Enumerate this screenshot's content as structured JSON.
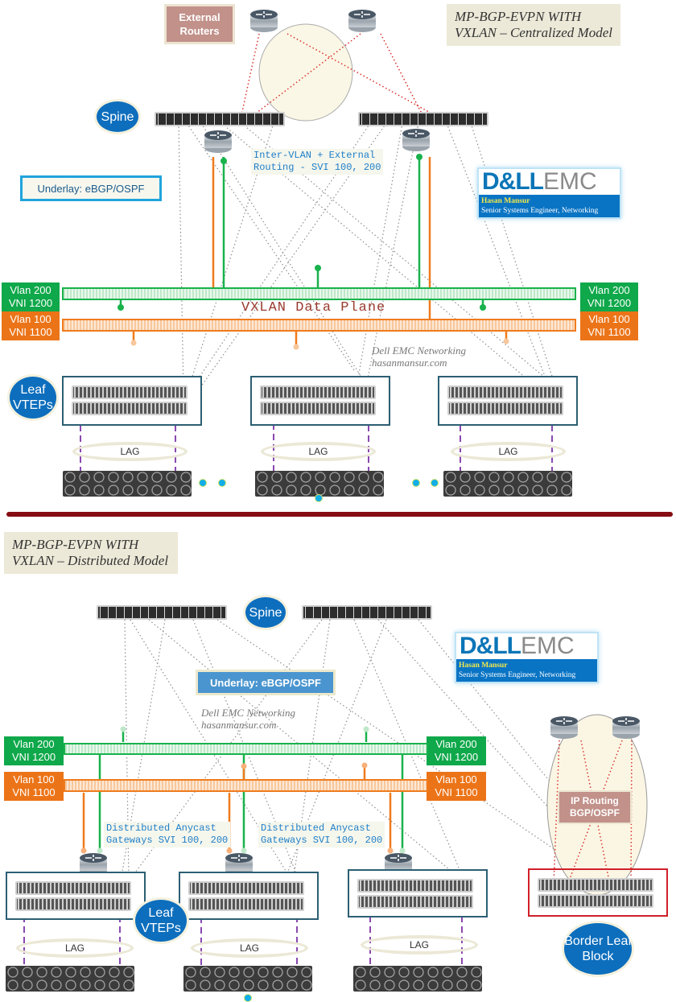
{
  "centralized": {
    "title_line1": "MP-BGP-EVPN WITH",
    "title_line2": "VXLAN – Centralized Model",
    "external_routers": "External Routers",
    "spine_label": "Spine",
    "underlay_label": "Underlay: eBGP/OSPF",
    "inter_vlan_label_1": "Inter-VLAN + External",
    "inter_vlan_label_2": "Routing - SVI 100, 200",
    "vlan200_left": "Vlan 200",
    "vni1200_left": "VNI 1200",
    "vlan100_left": "Vlan 100",
    "vni1100_left": "VNI 1100",
    "vlan200_right": "Vlan 200",
    "vni1200_right": "VNI 1200",
    "vlan100_right": "Vlan 100",
    "vni1100_right": "VNI 1100",
    "data_plane": "VXLAN Data Plane",
    "watermark_1": "Dell EMC Networking",
    "watermark_2": "hasanmansur.com",
    "leaf_label_1": "Leaf",
    "leaf_label_2": "VTEPs",
    "lag_labels": [
      "LAG",
      "LAG",
      "LAG"
    ]
  },
  "distributed": {
    "title_line1": "MP-BGP-EVPN WITH",
    "title_line2": "VXLAN – Distributed Model",
    "spine_label": "Spine",
    "underlay_label": "Underlay: eBGP/OSPF",
    "watermark_1": "Dell EMC Networking",
    "watermark_2": "hasanmansur.com",
    "vlan200_left": "Vlan 200",
    "vni1200_left": "VNI 1200",
    "vlan100_left": "Vlan 100",
    "vni1100_left": "VNI 1100",
    "vlan200_right": "Vlan 200",
    "vni1200_right": "VNI 1200",
    "vlan100_right": "Vlan 100",
    "vni1100_right": "VNI 1100",
    "anycast_1a": "Distributed Anycast",
    "anycast_1b": "Gateways SVI 100, 200",
    "anycast_2a": "Distributed Anycast",
    "anycast_2b": "Gateways SVI 100, 200",
    "ip_routing_1": "IP Routing",
    "ip_routing_2": "BGP/OSPF",
    "leaf_label_1": "Leaf",
    "leaf_label_2": "VTEPs",
    "border_leaf_1": "Border Leaf",
    "border_leaf_2": "Block",
    "lag_labels": [
      "LAG",
      "LAG",
      "LAG"
    ]
  },
  "branding": {
    "logo_dell": "D&LL",
    "logo_emc": "EMC",
    "author": "Hasan Mansur",
    "role": "Senior Systems Engineer, Networking"
  },
  "colors": {
    "vlan200": "#0fa84a",
    "vlan100": "#ec7418",
    "pill": "#0d6ebd",
    "divider": "#850d13",
    "border_leaf": "#d0202a"
  }
}
